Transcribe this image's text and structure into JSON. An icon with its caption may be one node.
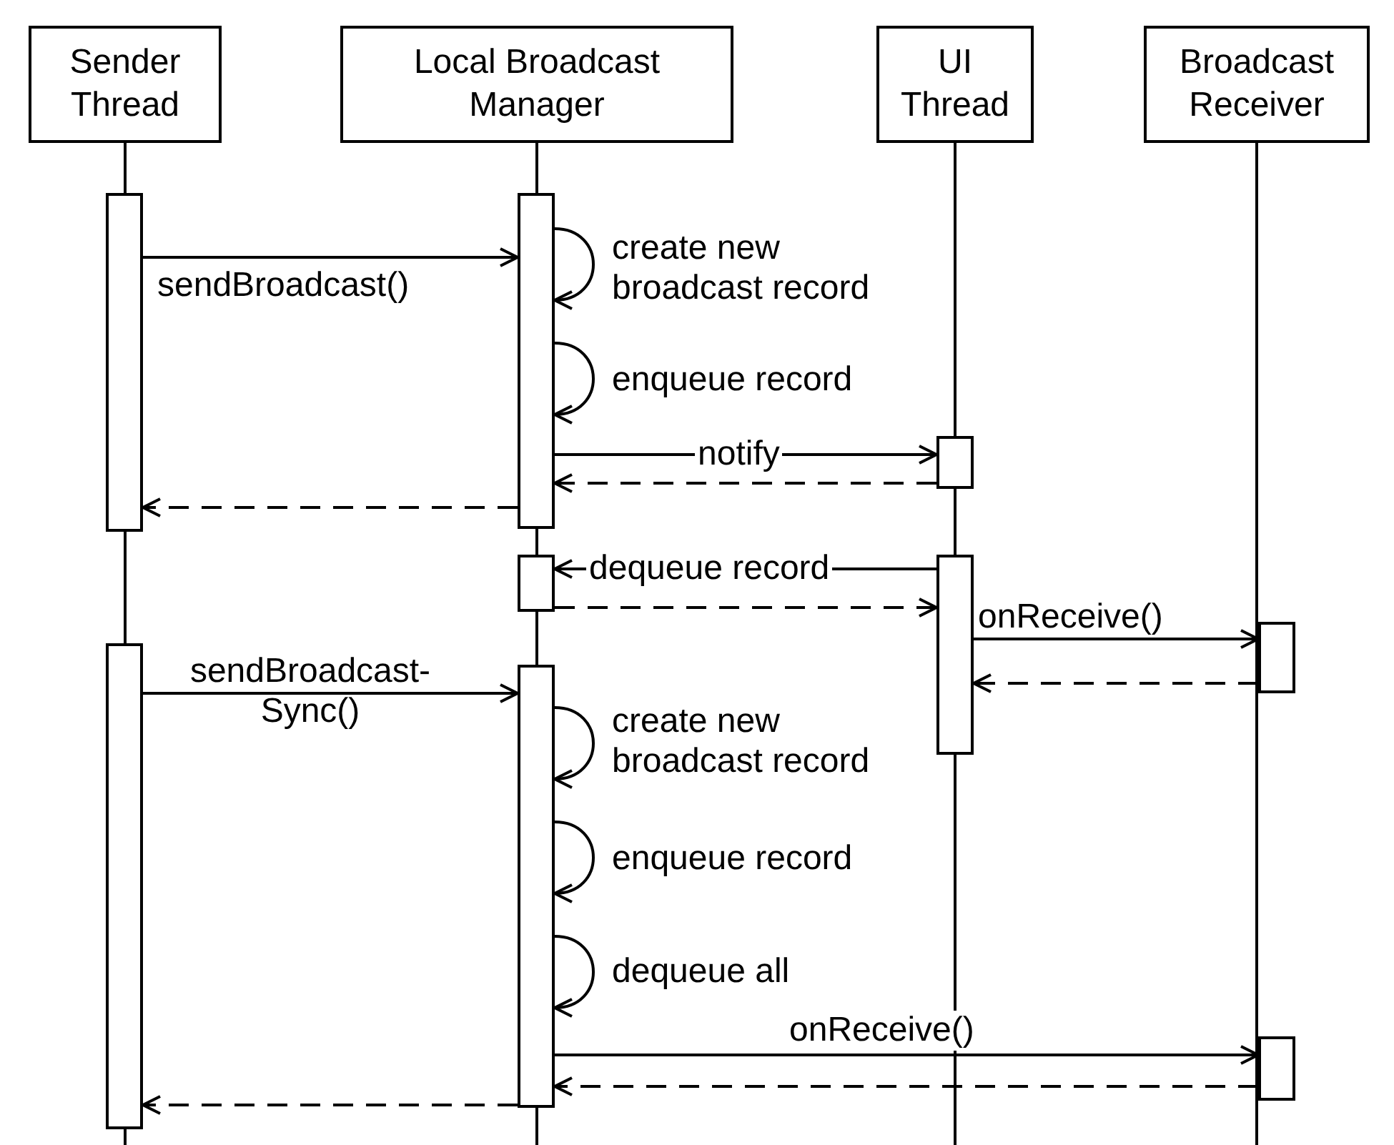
{
  "diagram": {
    "nodes": [
      {
        "text": [
          "Sender Thread"
        ]
      },
      {
        "text": [
          "Local Broadcast Manager"
        ]
      },
      {
        "text": [
          "UI Thread"
        ]
      },
      {
        "text": [
          "Broadcast Receiver"
        ]
      },
      {
        "text": [],
        "shape": "bar"
      },
      {
        "text": [],
        "shape": "bar"
      },
      {
        "text": [],
        "shape": "bar"
      },
      {
        "text": [],
        "shape": "bar"
      },
      {
        "text": [],
        "shape": "bar"
      },
      {
        "text": [],
        "shape": "bar"
      },
      {
        "text": [],
        "shape": "bar"
      },
      {
        "text": [],
        "shape": "bar"
      },
      {
        "text": [],
        "shape": "bar"
      }
    ],
    "edges": [
      {
        "from": 4,
        "to": 5,
        "arrow": "to",
        "label": "sendBroadcast()"
      },
      {
        "from": 5,
        "to": 5,
        "arrow": "to",
        "label": "create new broadcast record"
      },
      {
        "from": 5,
        "to": 5,
        "arrow": "to",
        "label": "enqueue record"
      },
      {
        "from": 5,
        "to": 6,
        "arrow": "to",
        "label": "notify"
      },
      {
        "from": 6,
        "to": 5,
        "arrow": "to",
        "style": "dashed"
      },
      {
        "from": 5,
        "to": 4,
        "arrow": "to",
        "style": "dashed"
      },
      {
        "from": 8,
        "to": 7,
        "arrow": "to",
        "label": "dequeue record"
      },
      {
        "from": 7,
        "to": 8,
        "arrow": "to",
        "style": "dashed"
      },
      {
        "from": 8,
        "to": 9,
        "arrow": "to",
        "label": "onReceive()"
      },
      {
        "from": 9,
        "to": 8,
        "arrow": "to",
        "style": "dashed"
      },
      {
        "from": 10,
        "to": 11,
        "arrow": "to",
        "label": "sendBroadcast-Sync()"
      },
      {
        "from": 11,
        "to": 11,
        "arrow": "to",
        "label": "create new broadcast record"
      },
      {
        "from": 11,
        "to": 11,
        "arrow": "to",
        "label": "enqueue record"
      },
      {
        "from": 11,
        "to": 11,
        "arrow": "to",
        "label": "dequeue all"
      },
      {
        "from": 11,
        "to": 12,
        "arrow": "to",
        "label": "onReceive()"
      },
      {
        "from": 12,
        "to": 11,
        "arrow": "to",
        "style": "dashed"
      },
      {
        "from": 11,
        "to": 10,
        "arrow": "to",
        "style": "dashed"
      }
    ]
  }
}
